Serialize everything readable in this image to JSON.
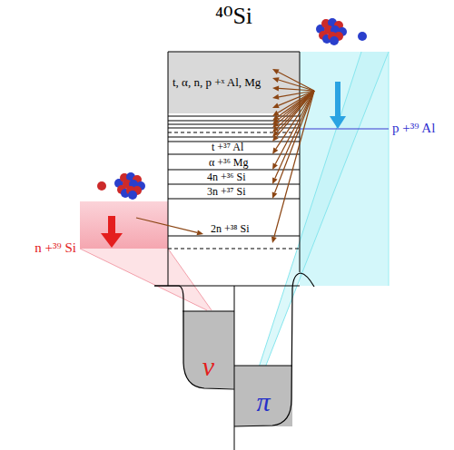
{
  "diagram": {
    "nodes": [
      {
        "text": [
          "⁴⁰Si"
        ]
      },
      {
        "text": [
          "t, α, n, p +ˣ Al, Mg"
        ],
        "in": 0
      },
      {
        "text": [
          "n +³⁹ Si"
        ]
      },
      {
        "text": [
          "p +³⁹ Al"
        ]
      },
      {
        "text": [
          "ν"
        ]
      },
      {
        "text": [
          "π"
        ]
      }
    ],
    "labels": [
      "t +³⁷ Al",
      "α +³⁶ Mg",
      "4n +³⁶ Si",
      "3n +³⁷ Si",
      "2n +³⁸ Si"
    ]
  }
}
